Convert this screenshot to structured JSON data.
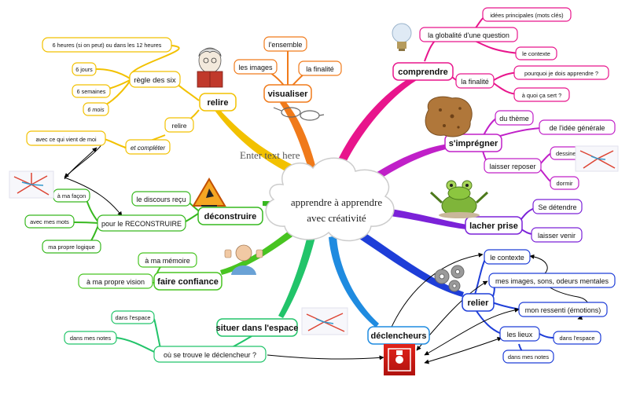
{
  "center": {
    "line1": "apprendre à apprendre",
    "line2": "avec créativité"
  },
  "placeholder": "Enter text here",
  "colors": {
    "relire": "#f2c100",
    "visualiser": "#f07a1a",
    "comprendre": "#e8158c",
    "impregner": "#c020c8",
    "lacher": "#7b22d8",
    "relier": "#1e3ed8",
    "declencheurs": "#1f8be0",
    "situer": "#22c46a",
    "confiance": "#48c421",
    "deconstruire": "#37b81f",
    "arrow": "#000000"
  },
  "branches": {
    "relire": {
      "label": "relire",
      "regle": "règle des six",
      "six_items": [
        "6 heures (si on peut) ou dans les 12 heures",
        "6 jours",
        "6 semaines",
        "6 mois"
      ],
      "relire2": "relire",
      "completer": "et compléter",
      "vient": "avec ce qui vient de moi"
    },
    "visualiser": {
      "label": "visualiser",
      "items": [
        "l'ensemble",
        "les images",
        "la finalité"
      ]
    },
    "comprendre": {
      "label": "comprendre",
      "globalite": "la globalité d'une question",
      "idees": "idées principales (mots clés)",
      "contexte": "le contexte",
      "finalite": "la finalité",
      "pourquoi": "pourquoi je dois apprendre ?",
      "quoi": "à quoi ça sert ?"
    },
    "impregner": {
      "label": "s'imprégner",
      "theme": "du thème",
      "idee": "de l'idée générale",
      "reposer": "laisser reposer",
      "dessiner": "dessiner",
      "dormir": "dormir"
    },
    "lacher": {
      "label": "lacher prise",
      "detendre": "Se détendre",
      "venir": "laisser venir"
    },
    "relier": {
      "label": "relier",
      "items": [
        "le contexte",
        "mes images, sons, odeurs mentales",
        "mon ressenti (émotions)",
        "les lieux"
      ],
      "espace": "dans l'espace",
      "notes": "dans mes notes"
    },
    "declencheurs": {
      "label": "déclencheurs"
    },
    "situer": {
      "label": "situer dans l'espace",
      "ou": "où se trouve le déclencheur ?",
      "espace": "dans l'espace",
      "notes": "dans mes notes"
    },
    "confiance": {
      "label": "faire confiance",
      "memoire": "à ma mémoire",
      "vision": "à ma propre vision"
    },
    "deconstruire": {
      "label": "déconstruire",
      "discours": "le discours reçu",
      "reconstruire": "pour le RECONSTRUIRE",
      "facon": "à ma façon",
      "mots": "avec mes mots",
      "logique": "ma propre logique"
    }
  },
  "icons": [
    "reading-person-icon",
    "glasses-icon",
    "lightbulb-icon",
    "sponge-icon",
    "frog-icon",
    "construction-sign-icon",
    "thumbs-up-person-icon",
    "gears-icon",
    "fire-alarm-icon",
    "mindmap-thumbnail-icon"
  ]
}
